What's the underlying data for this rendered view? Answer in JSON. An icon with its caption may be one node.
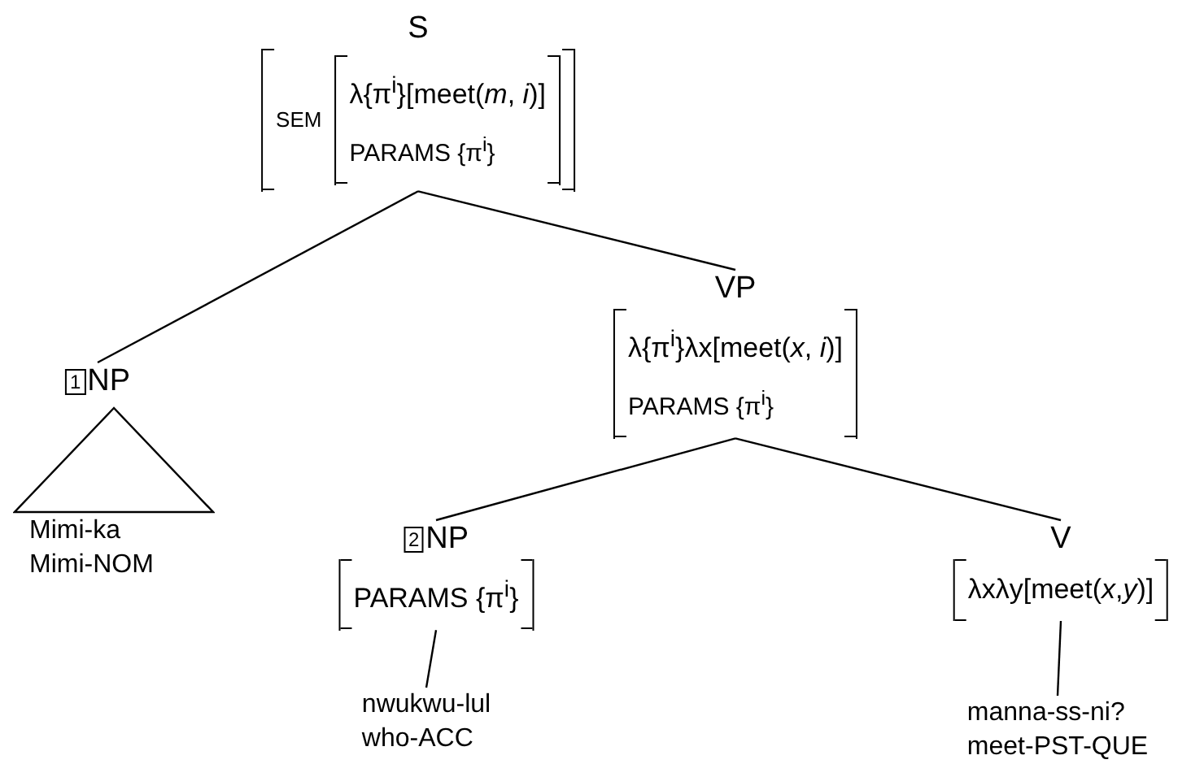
{
  "diagram": {
    "nodes": [
      {
        "text": [
          "S",
          "SEM",
          "λ{π$^{i}$}[meet(*m*, *i*)]",
          "PARAMS {π$^{i}$}"
        ]
      },
      {
        "text": [
          "1",
          "NP"
        ]
      },
      {
        "text": [
          "Mimi-ka",
          "Mimi-NOM"
        ]
      },
      {
        "text": [
          "VP",
          "λ{π$^{i}$}λx[meet(*x*, *i*)]",
          "PARAMS {π$^{i}$}"
        ]
      },
      {
        "text": [
          "2",
          "NP",
          "PARAMS {π$^{i}$}"
        ]
      },
      {
        "text": [
          "V",
          "λxλy[meet(*x*,*y*)]"
        ]
      },
      {
        "text": [
          "nwukwu-lul",
          "who-ACC"
        ]
      },
      {
        "text": [
          "manna-ss-ni?",
          "meet-PST-QUE"
        ]
      }
    ],
    "edges": [
      {
        "from": 0,
        "to": 1,
        "arrow": "none"
      },
      {
        "from": 0,
        "to": 3,
        "arrow": "none"
      },
      {
        "from": 3,
        "to": 4,
        "arrow": "none"
      },
      {
        "from": 3,
        "to": 5,
        "arrow": "none"
      },
      {
        "from": 4,
        "to": 6,
        "arrow": "none"
      },
      {
        "from": 5,
        "to": 7,
        "arrow": "none"
      }
    ]
  }
}
